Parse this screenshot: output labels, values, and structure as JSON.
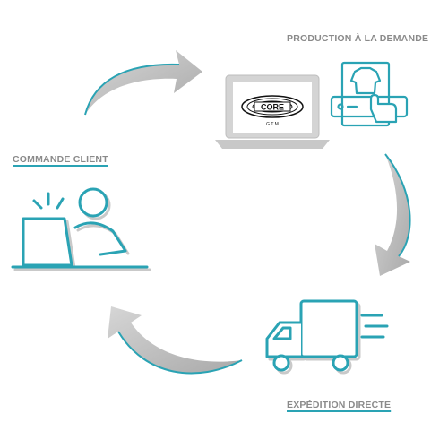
{
  "steps": {
    "production": {
      "label": "PRODUCTION À LA DEMANDE"
    },
    "commande": {
      "label": "COMMANDE CLIENT"
    },
    "expedition": {
      "label": "EXPÉDITION DIRECTE"
    }
  },
  "logo": {
    "text": "CORE",
    "subtext": "G T M"
  },
  "colors": {
    "teal": "#2aa3b4",
    "gray": "#c9c9c9",
    "dark_gray": "#9a9a9a",
    "black": "#111111"
  },
  "icons": [
    "laptop-logo-icon",
    "tshirt-printing-icon",
    "delivery-truck-icon",
    "person-at-laptop-icon",
    "cycle-arrow-icon"
  ]
}
